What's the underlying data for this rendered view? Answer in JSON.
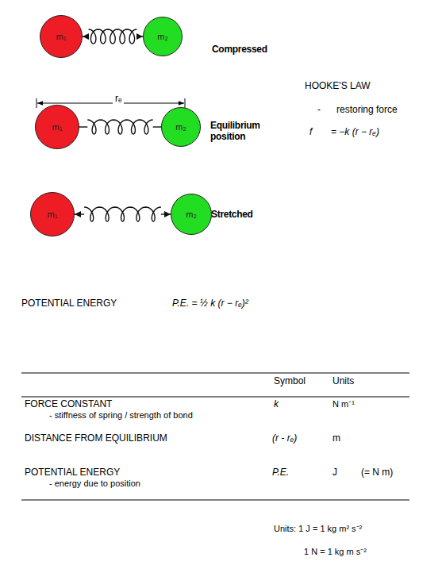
{
  "diagram": {
    "nodes": [
      {
        "text": [
          "m₁"
        ]
      },
      {
        "text": [
          "m₂"
        ]
      },
      {
        "text": [
          "m₁"
        ]
      },
      {
        "text": [
          "m₂"
        ]
      },
      {
        "text": [
          "m₁"
        ]
      },
      {
        "text": [
          "m₂"
        ]
      }
    ],
    "edges": [
      {
        "from": 0,
        "to": 1,
        "arrow": "both"
      },
      {
        "from": 2,
        "to": 3,
        "arrow": "none"
      },
      {
        "from": 4,
        "to": 5,
        "arrow": "both"
      }
    ],
    "labels": [
      "Compressed",
      "Equilibrium position",
      "Stretched",
      "rₑ",
      "HOOKE'S LAW",
      "-",
      "restoring force",
      "f",
      "= −k (r − rₑ)",
      "POTENTIAL ENERGY",
      "P.E.  =  ½ k (r − rₑ)²",
      "Symbol",
      "Units",
      "FORCE CONSTANT",
      "- stiffness of spring / strength of bond",
      "k",
      "N m⁻¹",
      "DISTANCE FROM EQUILIBRIUM",
      "(r - rₑ)",
      "m",
      "POTENTIAL ENERGY",
      "- energy due to position",
      "P.E.",
      "J",
      "(= N m)",
      "Units:  1 J = 1 kg m² s⁻²",
      "1 N = 1 kg m s⁻²"
    ]
  }
}
